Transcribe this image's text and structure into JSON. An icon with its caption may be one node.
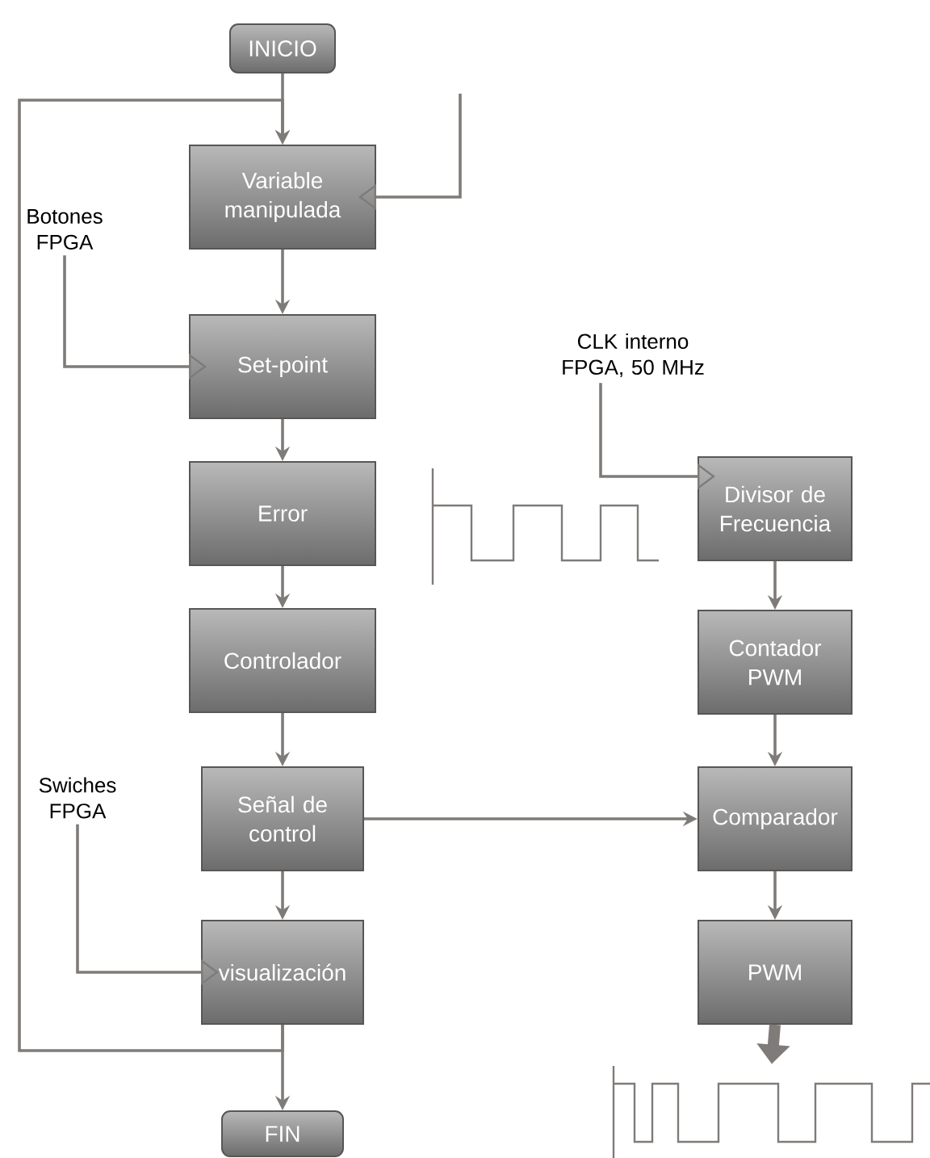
{
  "diagram": {
    "nodes": [
      {
        "text": [
          "INICIO"
        ]
      },
      {
        "text": [
          "Variable manipulada"
        ]
      },
      {
        "text": [
          "Set-point"
        ]
      },
      {
        "text": [
          "Error"
        ]
      },
      {
        "text": [
          "Controlador"
        ]
      },
      {
        "text": [
          "Señal de control"
        ]
      },
      {
        "text": [
          "visualización"
        ]
      },
      {
        "text": [
          "FIN"
        ]
      },
      {
        "text": [
          "Botones FPGA"
        ]
      },
      {
        "text": [
          "Swiches FPGA"
        ]
      },
      {
        "text": [
          "CLK interno FPGA, 50 MHz"
        ]
      },
      {
        "text": [
          "Divisor de Frecuencia"
        ]
      },
      {
        "text": [
          "Contador PWM"
        ]
      },
      {
        "text": [
          "Comparador"
        ]
      },
      {
        "text": [
          "PWM"
        ]
      },
      {
        "text": [],
        "shape": "picture"
      }
    ],
    "edges": [
      {
        "from": 0,
        "to": 1,
        "arrow": "to"
      },
      {
        "from": 1,
        "to": 2,
        "arrow": "to"
      },
      {
        "from": 2,
        "to": 3,
        "arrow": "to"
      },
      {
        "from": 3,
        "to": 4,
        "arrow": "to"
      },
      {
        "from": 4,
        "to": 5,
        "arrow": "to"
      },
      {
        "from": 5,
        "to": 6,
        "arrow": "to"
      },
      {
        "from": 6,
        "to": 7,
        "arrow": "to"
      },
      {
        "from": 6,
        "to": 1,
        "arrow": "to"
      },
      {
        "from": null,
        "to": 1,
        "arrow": "to"
      },
      {
        "from": 8,
        "to": 2,
        "arrow": "to"
      },
      {
        "from": 9,
        "to": 6,
        "arrow": "to"
      },
      {
        "from": 10,
        "to": 11,
        "arrow": "to"
      },
      {
        "from": 11,
        "to": 12,
        "arrow": "to"
      },
      {
        "from": 12,
        "to": 13,
        "arrow": "to"
      },
      {
        "from": 13,
        "to": 14,
        "arrow": "to"
      },
      {
        "from": 5,
        "to": 13,
        "arrow": "to"
      },
      {
        "from": 14,
        "to": 15,
        "arrow": "to",
        "style": "thick"
      }
    ]
  }
}
